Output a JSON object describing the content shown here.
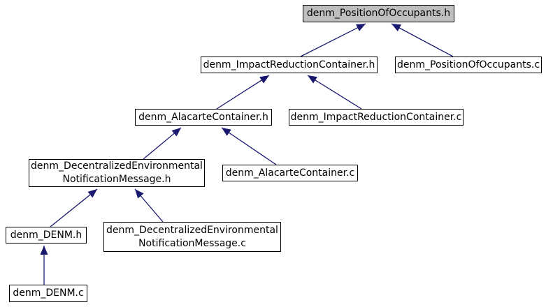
{
  "diagram": {
    "type": "doxygen-included-by-dependency-graph",
    "colors": {
      "background": "#ffffff",
      "node_fill": "#ffffff",
      "node_border": "#000000",
      "highlight_fill": "#bfbfbf",
      "edge": "#191970",
      "text": "#000000"
    },
    "nodes": [
      {
        "id": "denm_PositionOfOccupants_h",
        "label": "denm_PositionOfOccupants.h",
        "highlighted": true
      },
      {
        "id": "denm_ImpactReductionContainer_h",
        "label": "denm_ImpactReductionContainer.h",
        "highlighted": false
      },
      {
        "id": "denm_PositionOfOccupants_c",
        "label": "denm_PositionOfOccupants.c",
        "highlighted": false
      },
      {
        "id": "denm_AlacarteContainer_h",
        "label": "denm_AlacarteContainer.h",
        "highlighted": false
      },
      {
        "id": "denm_ImpactReductionContainer_c",
        "label": "denm_ImpactReductionContainer.c",
        "highlighted": false
      },
      {
        "id": "denm_DecentralizedEnvironmentalNotificationMessage_h",
        "label": "denm_DecentralizedEnvironmental\nNotificationMessage.h",
        "highlighted": false
      },
      {
        "id": "denm_AlacarteContainer_c",
        "label": "denm_AlacarteContainer.c",
        "highlighted": false
      },
      {
        "id": "denm_DENM_h",
        "label": "denm_DENM.h",
        "highlighted": false
      },
      {
        "id": "denm_DecentralizedEnvironmentalNotificationMessage_c",
        "label": "denm_DecentralizedEnvironmental\nNotificationMessage.c",
        "highlighted": false
      },
      {
        "id": "denm_DENM_c",
        "label": "denm_DENM.c",
        "highlighted": false
      }
    ],
    "edges": [
      {
        "from": "denm_ImpactReductionContainer_h",
        "to": "denm_PositionOfOccupants_h"
      },
      {
        "from": "denm_PositionOfOccupants_c",
        "to": "denm_PositionOfOccupants_h"
      },
      {
        "from": "denm_AlacarteContainer_h",
        "to": "denm_ImpactReductionContainer_h"
      },
      {
        "from": "denm_ImpactReductionContainer_c",
        "to": "denm_ImpactReductionContainer_h"
      },
      {
        "from": "denm_DecentralizedEnvironmentalNotificationMessage_h",
        "to": "denm_AlacarteContainer_h"
      },
      {
        "from": "denm_AlacarteContainer_c",
        "to": "denm_AlacarteContainer_h"
      },
      {
        "from": "denm_DENM_h",
        "to": "denm_DecentralizedEnvironmentalNotificationMessage_h"
      },
      {
        "from": "denm_DecentralizedEnvironmentalNotificationMessage_c",
        "to": "denm_DecentralizedEnvironmentalNotificationMessage_h"
      },
      {
        "from": "denm_DENM_c",
        "to": "denm_DENM_h"
      }
    ]
  }
}
